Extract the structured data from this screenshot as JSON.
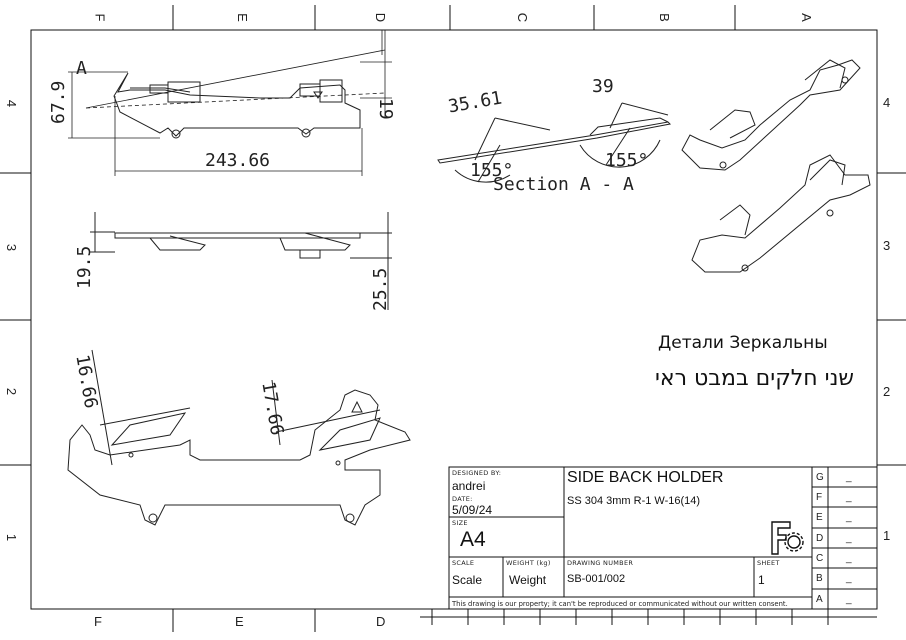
{
  "zones": {
    "columns": [
      "F",
      "E",
      "D",
      "C",
      "B",
      "A"
    ],
    "rows": [
      "4",
      "3",
      "2",
      "1"
    ]
  },
  "views": {
    "top_view": {
      "dim_height": "67.9",
      "dim_length": "243.66",
      "dim_offset": "19",
      "section_marker": "A"
    },
    "side_view": {
      "dim_left": "19.5",
      "dim_right": "25.5"
    },
    "section_view": {
      "dim_left": "35.61",
      "dim_right": "39",
      "angle_left": "155°",
      "angle_right": "155°",
      "label": "Section A - A"
    },
    "detail_view": {
      "dim_left": "16.66",
      "dim_right": "17.66"
    }
  },
  "notes": {
    "russian": "Детали Зеркальны",
    "hebrew": "שני חלקים במבט ראי"
  },
  "title_block": {
    "designed_by_label": "DESIGNED BY:",
    "designed_by": "andrei",
    "date_label": "DATE:",
    "date": "5/09/24",
    "size_label": "SIZE",
    "size": "A4",
    "title": "SIDE BACK HOLDER",
    "subtitle": "SS 304 3mm  R-1 W-16(14)",
    "scale_label": "SCALE",
    "scale": "Scale",
    "weight_label": "WEIGHT (kg)",
    "weight": "Weight",
    "drawing_number_label": "DRAWING NUMBER",
    "drawing_number": "SB-001/002",
    "sheet_label": "SHEET",
    "sheet": "1",
    "disclaimer": "This drawing is our property; it can't be reproduced or communicated without our written consent."
  },
  "revisions": {
    "letters": [
      "G",
      "F",
      "E",
      "D",
      "C",
      "B",
      "A"
    ],
    "mark": "_"
  }
}
